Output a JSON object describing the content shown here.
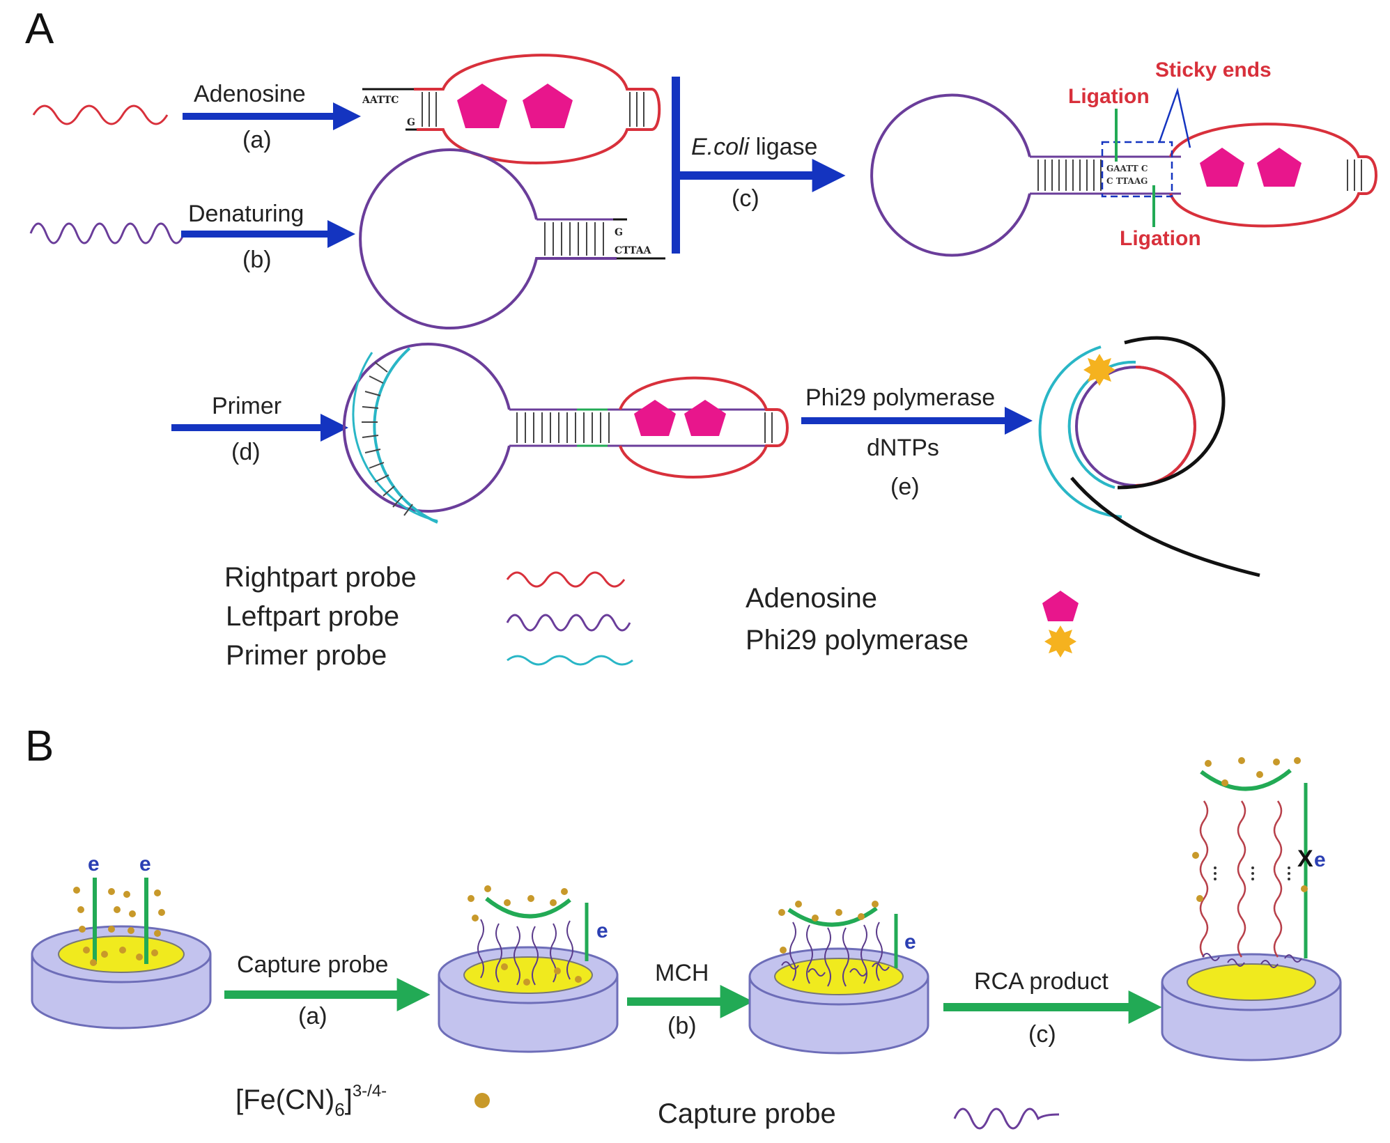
{
  "panels": {
    "a": "A",
    "b": "B"
  },
  "panel_a": {
    "step_a": {
      "reagent": "Adenosine",
      "label": "(a)"
    },
    "step_b": {
      "reagent": "Denaturing",
      "label": "(b)"
    },
    "step_c": {
      "reagent_italic": "E.coli",
      "reagent_rest": " ligase",
      "label": "(c)"
    },
    "step_d": {
      "reagent": "Primer",
      "label": "(d)"
    },
    "step_e": {
      "reagent": "Phi29 polymerase",
      "reagent2": "dNTPs",
      "label": "(e)"
    },
    "seq_right_top": "AATTC",
    "seq_right_bottom": "G",
    "seq_left_top": "G",
    "seq_left_bottom": "CTTAA",
    "seq_join_top": "GAATT C",
    "seq_join_bottom": "C TTAAG",
    "annotations": {
      "sticky_ends": "Sticky ends",
      "ligation_top": "Ligation",
      "ligation_bottom": "Ligation"
    },
    "legend": {
      "rightpart": "Rightpart probe",
      "leftpart": "Leftpart probe",
      "primer": "Primer probe",
      "adenosine": "Adenosine",
      "phi29": "Phi29 polymerase"
    }
  },
  "panel_b": {
    "step_a": {
      "reagent": "Capture probe",
      "label": "(a)"
    },
    "step_b": {
      "reagent": "MCH",
      "label": "(b)"
    },
    "step_c": {
      "reagent": "RCA product",
      "label": "(c)"
    },
    "electron": "e",
    "blocked": "X",
    "legend": {
      "fe_main": "[Fe(CN)",
      "fe_sub": "6",
      "fe_close": "]",
      "fe_sup": "3-/4-",
      "capture": "Capture probe"
    }
  },
  "colors": {
    "rightpart_probe": "#d8303b",
    "leftpart_probe": "#6a3d9a",
    "primer_probe": "#29b6c6",
    "adenosine": "#e8168c",
    "phi29": "#f5b21f",
    "arrow_panel_a": "#1434c0",
    "arrow_panel_b": "#22aa55",
    "ligation": "#22aa55",
    "electrode_gold": "#f0ea1e",
    "electrode_body": "#c3c3ee",
    "redox_dot": "#c8992a"
  }
}
